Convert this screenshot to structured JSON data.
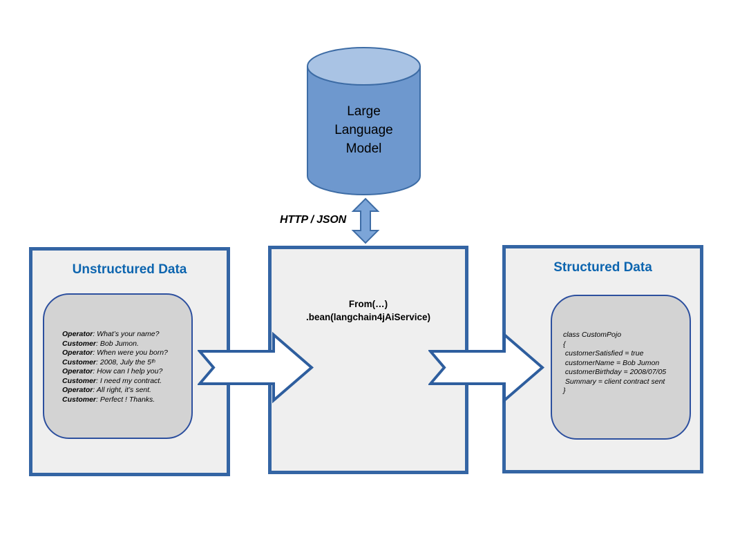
{
  "llm": {
    "lines": [
      "Large",
      "Language",
      "Model"
    ]
  },
  "protocol": {
    "label": "HTTP / JSON"
  },
  "left_box": {
    "title": "Unstructured Data",
    "dialog": [
      {
        "speaker": "Operator",
        "text": ": What’s your name?"
      },
      {
        "speaker": "Customer",
        "text": ": Bob Jumon."
      },
      {
        "speaker": "Operator",
        "text": ": When were you born?"
      },
      {
        "speaker": "Customer",
        "text": ": 2008, July the 5ᵗʰ"
      },
      {
        "speaker": "Operator",
        "text": ": How can I help you?"
      },
      {
        "speaker": "Customer",
        "text": ": I need my contract."
      },
      {
        "speaker": "Operator",
        "text": ": All right, it’s sent."
      },
      {
        "speaker": "Customer",
        "text": ": Perfect ! Thanks."
      }
    ]
  },
  "middle_box": {
    "lines": [
      "From(…)",
      ".bean(langchain4jAiService)"
    ]
  },
  "right_box": {
    "title": "Structured Data",
    "code": [
      "class CustomPojo",
      "{",
      " customerSatisfied = true",
      " customerName = Bob Jumon",
      " customerBirthday = 2008/07/05",
      " Summary = client contract sent",
      "}"
    ]
  },
  "colors": {
    "box_border": "#3465A4",
    "box_fill": "#EFEFEF",
    "panel_fill": "#D3D3D3",
    "panel_border": "#2C4F9E",
    "title_blue": "#0D65AF",
    "cylinder_body": "#6E98CE",
    "cylinder_top": "#A9C3E4",
    "cylinder_stroke": "#3D6CA5",
    "double_arrow_fill": "#7CA5D8",
    "flow_arrow_stroke": "#2E5E9E",
    "flow_arrow_fill": "#FFFFFF"
  }
}
